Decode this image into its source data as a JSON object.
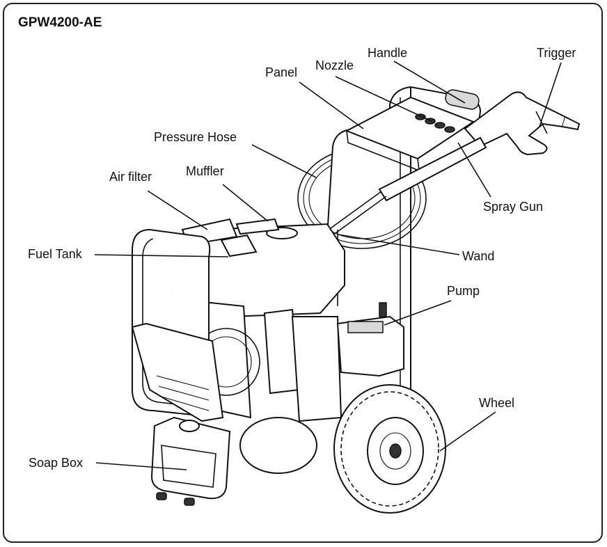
{
  "model": "GPW4200-AE",
  "labels": {
    "handle": "Handle",
    "trigger": "Trigger",
    "nozzle": "Nozzle",
    "panel": "Panel",
    "pressure_hose": "Pressure Hose",
    "muffler": "Muffler",
    "air_filter": "Air filter",
    "fuel_tank": "Fuel Tank",
    "spray_gun": "Spray Gun",
    "wand": "Wand",
    "pump": "Pump",
    "wheel": "Wheel",
    "soap_box": "Soap Box"
  }
}
